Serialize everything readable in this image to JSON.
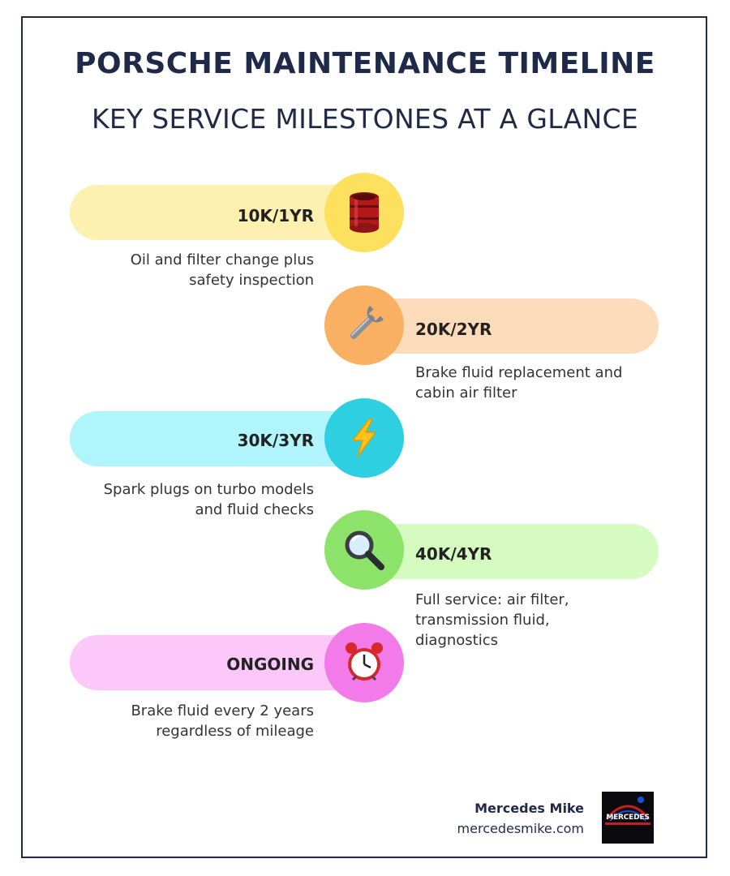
{
  "title": "PORSCHE MAINTENANCE TIMELINE",
  "subtitle": "KEY SERVICE MILESTONES AT A GLANCE",
  "milestones": [
    {
      "label": "10K/1YR",
      "description": [
        "Oil and filter change plus",
        "safety inspection"
      ],
      "side": "left",
      "icon": "oil-barrel-icon",
      "pill_color": "#fdf0b0",
      "circle_color": "#fde05e"
    },
    {
      "label": "20K/2YR",
      "description": [
        "Brake fluid replacement and",
        "cabin air filter"
      ],
      "side": "right",
      "icon": "wrench-icon",
      "pill_color": "#fddcbc",
      "circle_color": "#f9b063"
    },
    {
      "label": "30K/3YR",
      "description": [
        "Spark plugs on turbo models",
        "and fluid checks"
      ],
      "side": "left",
      "icon": "lightning-icon",
      "pill_color": "#b0f5fb",
      "circle_color": "#2ecfe1"
    },
    {
      "label": "40K/4YR",
      "description": [
        "Full service: air filter,",
        "transmission fluid,",
        "diagnostics"
      ],
      "side": "right",
      "icon": "magnifier-icon",
      "pill_color": "#d6fbc0",
      "circle_color": "#8de36a"
    },
    {
      "label": "ONGOING",
      "description": [
        "Brake fluid every 2 years",
        "regardless of mileage"
      ],
      "side": "left",
      "icon": "alarm-clock-icon",
      "pill_color": "#fbc8f9",
      "circle_color": "#f37ae9"
    }
  ],
  "footer": {
    "brand_name": "Mercedes Mike",
    "url": "mercedesmike.com",
    "logo_text": "MERCEDES"
  },
  "colors": {
    "border": "#1f2a44",
    "heading": "#1e2a47"
  }
}
